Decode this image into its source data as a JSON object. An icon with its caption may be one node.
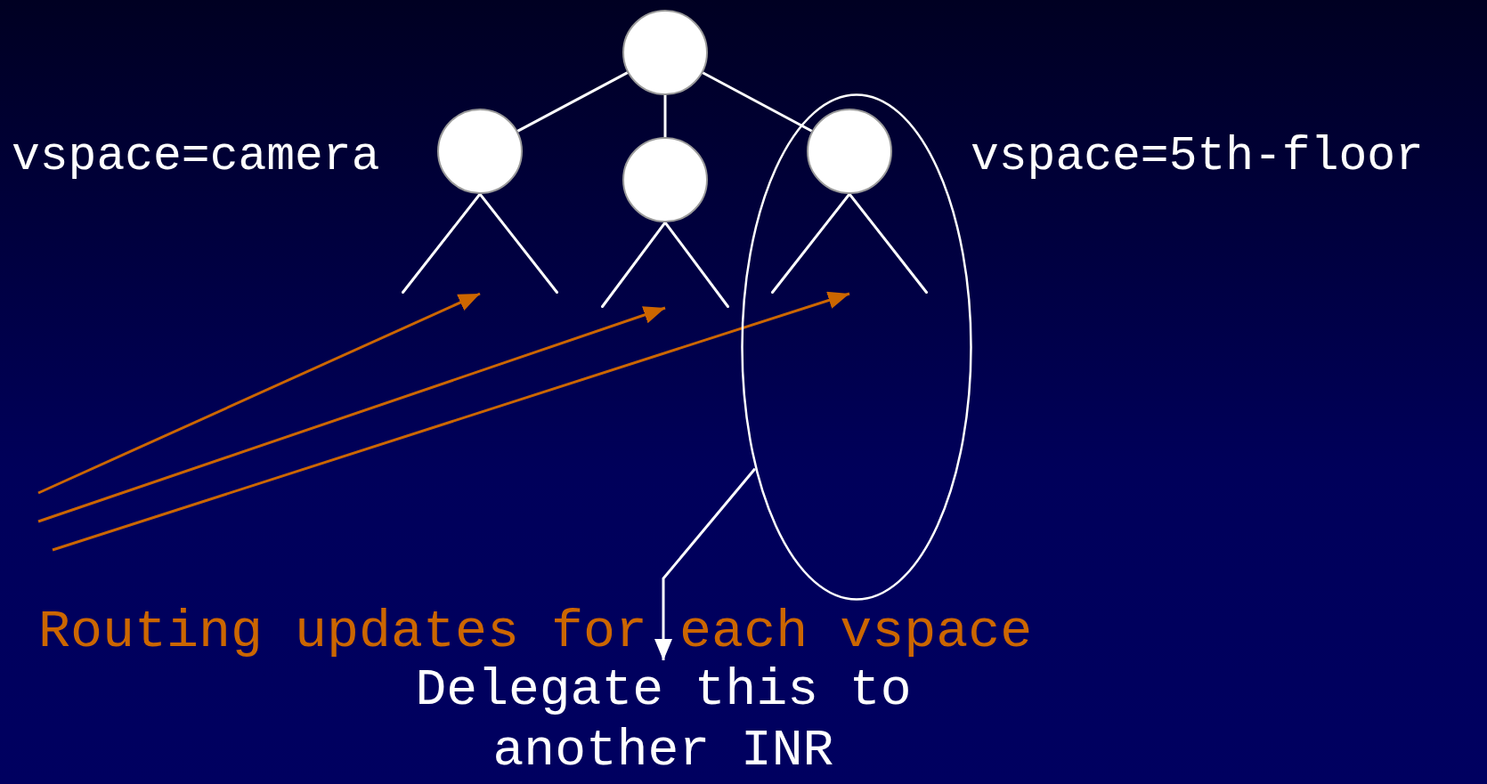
{
  "diagram": {
    "nodes": [
      {
        "text": [],
        "shape": "circle"
      },
      {
        "text": [],
        "shape": "circle"
      },
      {
        "text": [],
        "shape": "circle"
      },
      {
        "text": [],
        "shape": "ellipse"
      },
      {
        "text": [],
        "shape": "circle",
        "in": 3
      },
      {
        "text": [],
        "shape": "triangle"
      },
      {
        "text": [],
        "shape": "triangle"
      },
      {
        "text": [],
        "shape": "triangle",
        "in": 3
      },
      {
        "text": [
          "Delegate this to another INR"
        ]
      }
    ],
    "edges": [
      {
        "from": 0,
        "to": 1,
        "arrow": "none"
      },
      {
        "from": 0,
        "to": 2,
        "arrow": "none"
      },
      {
        "from": 0,
        "to": 4,
        "arrow": "none"
      },
      {
        "from": null,
        "to": 5,
        "arrow": "to",
        "color": "#cc6600"
      },
      {
        "from": null,
        "to": 6,
        "arrow": "to",
        "color": "#cc6600"
      },
      {
        "from": null,
        "to": 7,
        "arrow": "to",
        "color": "#cc6600"
      },
      {
        "from": 3,
        "to": 8,
        "arrow": "to"
      }
    ],
    "labels": [
      "vspace=camera",
      "vspace=5th-floor",
      "Routing updates for each vspace"
    ]
  }
}
